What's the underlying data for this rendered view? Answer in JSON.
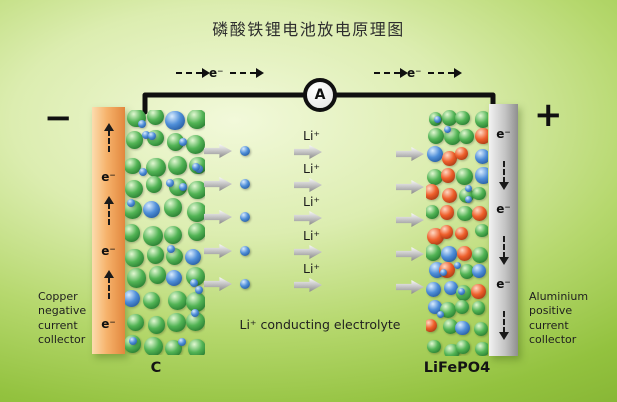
{
  "title": "磷酸铁锂电池放电原理图",
  "circuit": {
    "ammeter_label": "A",
    "electron_label": "e⁻"
  },
  "negative_side": {
    "polarity_sign": "−",
    "electron_label": "e⁻",
    "electrode_material_label": "C",
    "collector_caption": "Copper\nnegative\ncurrent\ncollector"
  },
  "positive_side": {
    "polarity_sign": "+",
    "electron_label": "e⁻",
    "electrode_material_label": "LiFePO4",
    "collector_caption": "Aluminium\npositive\ncurrent\ncollector"
  },
  "electrolyte": {
    "ion_label": "Li⁺",
    "caption": "Li⁺ conducting electrolyte"
  },
  "colors": {
    "background_center": "#f2f9da",
    "background_edge": "#7fae2e",
    "copper_collector": "#f6b26b",
    "aluminium_collector": "#c4c4c4",
    "graphite_sphere_green": "#52b455",
    "lithium_ion_blue": "#4e8ed8",
    "iron_phosphate_red": "#ee5f2b",
    "migration_arrow_gray": "#c9c9c9",
    "wire_black": "#101010"
  }
}
